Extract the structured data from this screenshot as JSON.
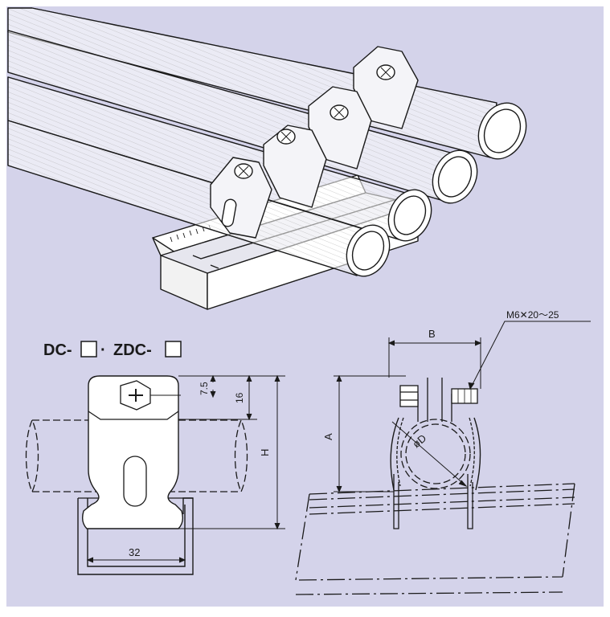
{
  "colors": {
    "background": "#d4d3ea",
    "frame": "#ffffff",
    "line": "#1a1a1a",
    "pipe_fill": "#ffffff",
    "clamp_fill": "#f4f4f8"
  },
  "model_label": {
    "prefix": "DC-",
    "separator": "·",
    "second": "ZDC-"
  },
  "dimensions": {
    "d_7_5": "7.5",
    "d_16": "16",
    "d_H": "H",
    "d_32": "32",
    "d_A": "A",
    "d_B": "B",
    "d_phiD": "øD",
    "bolt_spec": "M6✕20〜25"
  }
}
